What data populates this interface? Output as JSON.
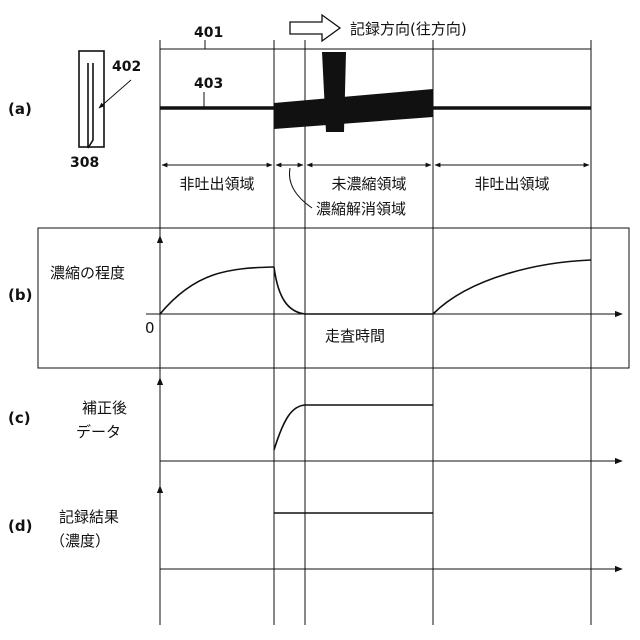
{
  "figure": {
    "direction_label": "記録方向(往方向)",
    "ref_401": "401",
    "ref_402": "402",
    "ref_403": "403",
    "ref_308": "308",
    "panel_a": "(a)",
    "panel_b": "(b)",
    "panel_c": "(c)",
    "panel_d": "(d)",
    "regions": {
      "non_ejection_1": "非吐出領域",
      "unthickened": "未濃縮領域",
      "non_ejection_2": "非吐出領域",
      "thickening_release": "濃縮解消領域"
    },
    "b_ylabel": "濃縮の程度",
    "b_xlabel": "走査時間",
    "b_origin": "0",
    "c_label_line1": "補正後",
    "c_label_line2": "データ",
    "d_label_line1": "記録結果",
    "d_label_line2": "（濃度）"
  }
}
